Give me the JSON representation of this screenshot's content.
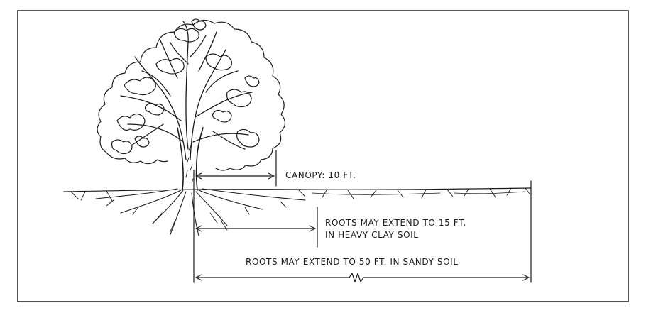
{
  "labels": {
    "canopy": "CANOPY: 10 FT.",
    "clay_line1": "ROOTS MAY EXTEND TO 15 FT.",
    "clay_line2": "IN HEAVY CLAY SOIL",
    "sandy": "ROOTS MAY EXTEND TO 50 FT. IN SANDY SOIL"
  },
  "extents_ft": {
    "canopy": 10,
    "roots_clay": 15,
    "roots_sandy": 50
  },
  "colors": {
    "ink": "#1a1a1a",
    "background": "#ffffff"
  }
}
